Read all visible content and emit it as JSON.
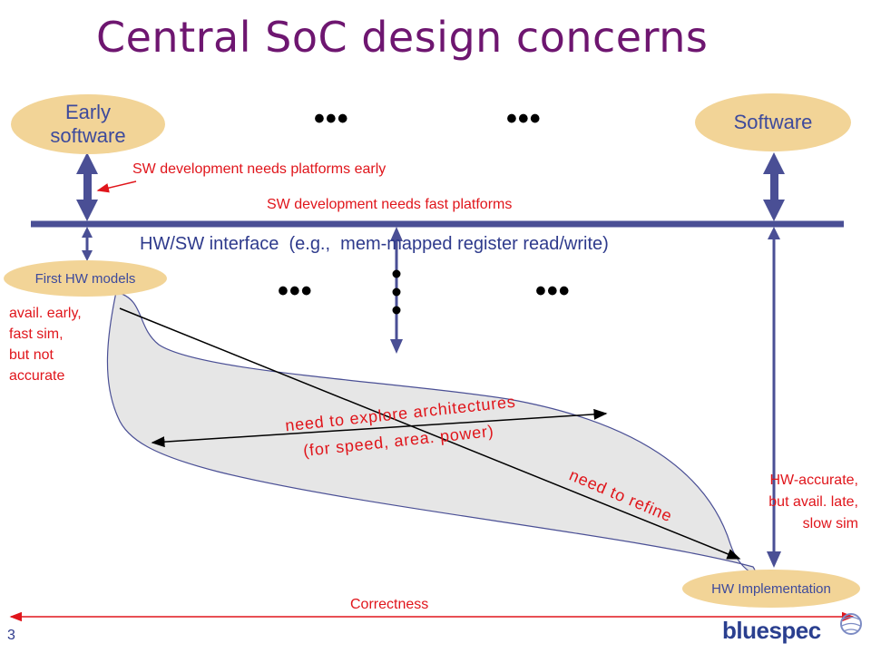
{
  "title": "Central SoC design concerns",
  "nodes": {
    "early_software": "Early software",
    "software": "Software",
    "first_hw_models": "First HW models",
    "hw_implementation": "HW Implementation"
  },
  "labels": {
    "sw_platforms_early": "SW development needs platforms early",
    "sw_fast_platforms": "SW development needs fast platforms",
    "hw_sw_interface": "HW/SW interface  (e.g.,  mem-mapped register read/write)",
    "avail_early": [
      "avail. early,",
      "fast sim,",
      "but not",
      "accurate"
    ],
    "explore_architectures": [
      "need to explore architectures",
      "(for speed, area. power)"
    ],
    "need_to_refine": "need to refine",
    "hw_accurate": [
      "HW-accurate,",
      "but avail. late,",
      "slow sim"
    ],
    "correctness": "Correctness",
    "ellipsis": "•••"
  },
  "footer": {
    "page_number": "3",
    "logo_text": "bluespec"
  },
  "colors": {
    "title": "#6e1670",
    "bus": "#4a4f95",
    "oval_fill": "#f2d497",
    "annotation_red": "#e0151b",
    "region_fill": "#e6e6e6"
  }
}
